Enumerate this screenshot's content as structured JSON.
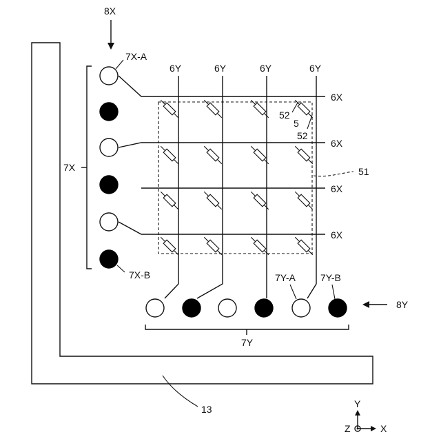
{
  "labels": {
    "arrow_8x": "8X",
    "arrow_8y": "8Y",
    "group_7x": "7X",
    "group_7y": "7Y",
    "pad_7x_a": "7X-A",
    "pad_7x_b": "7X-B",
    "pad_7y_a": "7Y-A",
    "pad_7y_b": "7Y-B",
    "wire_6y": "6Y",
    "wire_6x": "6X",
    "element_52a": "52",
    "element_5": "5",
    "element_52b": "52",
    "region_51": "51",
    "frame_13": "13",
    "axis_y": "Y",
    "axis_z": "Z",
    "axis_x": "X"
  },
  "pads_7x": [
    "open",
    "filled",
    "open",
    "filled",
    "open",
    "filled"
  ],
  "pads_7y": [
    "open",
    "filled",
    "open",
    "filled",
    "open",
    "filled"
  ],
  "wire_6y_count": 4,
  "wire_6x_count": 4,
  "resistor_grid": {
    "rows": 4,
    "cols": 4
  }
}
